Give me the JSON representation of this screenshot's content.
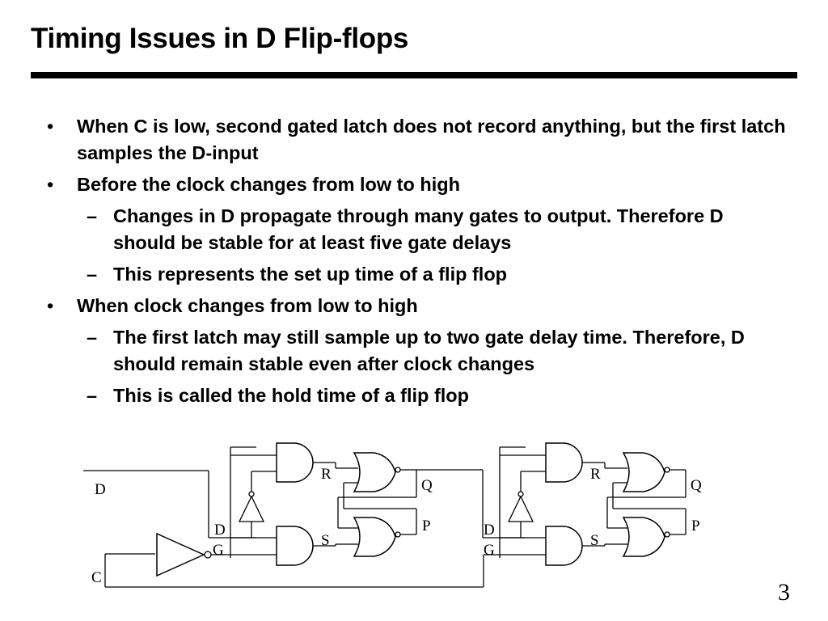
{
  "slide": {
    "title": "Timing Issues in D Flip-flops",
    "page_number": "3"
  },
  "bullets": [
    {
      "level": 1,
      "marker": "•",
      "text": "When C is low, second gated latch does not record anything, but the first latch samples the D-input"
    },
    {
      "level": 1,
      "marker": "•",
      "text": "Before the clock changes from low to high"
    },
    {
      "level": 2,
      "marker": "–",
      "text": "Changes in D propagate through many gates to output. Therefore D should be stable for at least five gate delays"
    },
    {
      "level": 2,
      "marker": "–",
      "text": "This represents the set up time of a flip flop"
    },
    {
      "level": 1,
      "marker": "•",
      "text": "When clock changes from low to high"
    },
    {
      "level": 2,
      "marker": "–",
      "text": "The first latch may still sample up to two gate delay time. Therefore, D should remain stable even after clock changes"
    },
    {
      "level": 2,
      "marker": "–",
      "text": "This is called the hold time of a flip flop"
    }
  ],
  "diagram": {
    "input_D": "D",
    "input_C": "C",
    "latch1": {
      "d_label": "D",
      "g_label": "G",
      "r_label": "R",
      "s_label": "S",
      "q_label": "Q",
      "p_label": "P"
    },
    "latch2": {
      "d_label": "D",
      "g_label": "G",
      "r_label": "R",
      "s_label": "S",
      "q_label": "Q",
      "p_label": "P"
    }
  }
}
